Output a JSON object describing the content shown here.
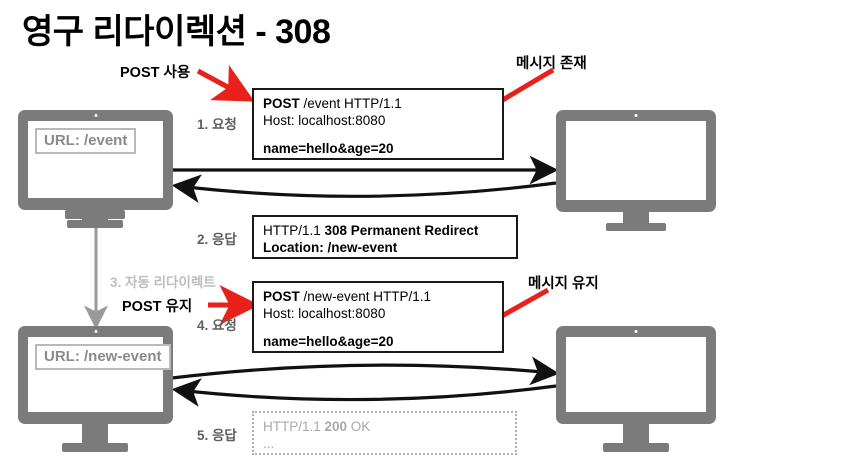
{
  "title": "영구 리다이렉션 - 308",
  "colors": {
    "monitor": "#7b7b7b",
    "arrow_black": "#111111",
    "arrow_red": "#e8211a",
    "arrow_gray": "#9a9a9a",
    "step_label": "#5f5f5f",
    "dim_text": "#a8a8a8",
    "url_text": "#8a8a8a",
    "background": "#ffffff"
  },
  "clients": [
    {
      "name": "client-top",
      "url_label": "URL: /event"
    },
    {
      "name": "client-bottom",
      "url_label": "URL: /new-event"
    }
  ],
  "servers": [
    {
      "name": "server-top",
      "screen_text": ""
    },
    {
      "name": "server-bottom",
      "screen_text": ""
    }
  ],
  "steps": [
    {
      "id": 1,
      "label": "1. 요청",
      "style": "dark"
    },
    {
      "id": 2,
      "label": "2. 응답",
      "style": "dark"
    },
    {
      "id": 3,
      "label": "3. 자동 리다이렉트",
      "style": "light"
    },
    {
      "id": 4,
      "label": "4. 요청",
      "style": "dark"
    },
    {
      "id": 5,
      "label": "5. 응답",
      "style": "dark"
    }
  ],
  "messages": {
    "request1": {
      "line1_bold": "POST",
      "line1_rest": " /event HTTP/1.1",
      "line2": "Host: localhost:8080",
      "line3": "name=hello&age=20"
    },
    "response1": {
      "line1_thin": "HTTP/1.1 ",
      "line1_bold": "308 Permanent Redirect",
      "line2": "Location: /new-event"
    },
    "request2": {
      "line1_bold": "POST",
      "line1_rest": " /new-event HTTP/1.1",
      "line2": "Host: localhost:8080",
      "line3": "name=hello&age=20"
    },
    "response2": {
      "line1_thin": "HTTP/1.1 ",
      "line1_bold": "200",
      "line1_rest": " OK",
      "line2": "..."
    }
  },
  "annotations": [
    {
      "name": "post-usage",
      "label": "POST 사용"
    },
    {
      "name": "message-exists",
      "label": "메시지 존재"
    },
    {
      "name": "post-preserved",
      "label": "POST 유지"
    },
    {
      "name": "message-kept",
      "label": "메시지 유지"
    }
  ]
}
